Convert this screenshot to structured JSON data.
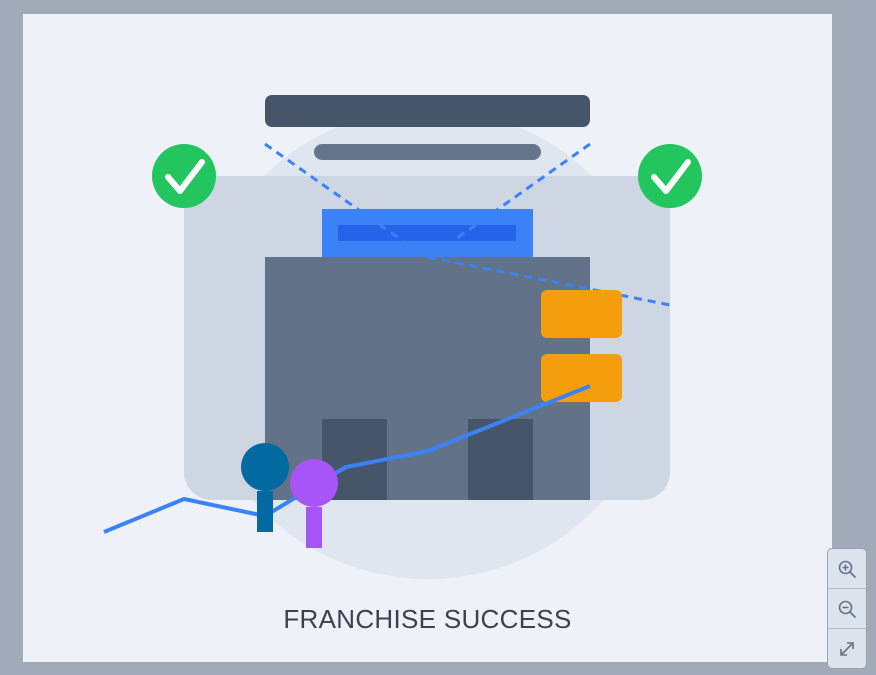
{
  "caption": "FRANCHISE SUCCESS",
  "colors": {
    "background": "#eef2f8",
    "frame": "#a1aab8",
    "circle": "#e0e6ef",
    "store_back": "#cdd6e2",
    "store_body": "#627389",
    "doors": "#475569",
    "sign": "#3b82f6",
    "sign_inner": "#2563eb",
    "roof_bar": "#475569",
    "small_bar": "#64748b",
    "check_badge": "#22c55e",
    "orange_panels": "#f59e0b",
    "trend_line": "#3b82f6",
    "person_one": "#0369a1",
    "person_two": "#a855f7"
  },
  "icons": {
    "left_badge": "check-circle-icon",
    "right_badge": "check-circle-icon",
    "zoom_in": "zoom-in-icon",
    "zoom_out": "zoom-out-icon",
    "fit": "expand-icon"
  },
  "controls": {
    "zoom_in_label": "Zoom in",
    "zoom_out_label": "Zoom out",
    "fit_label": "Fit to view"
  }
}
